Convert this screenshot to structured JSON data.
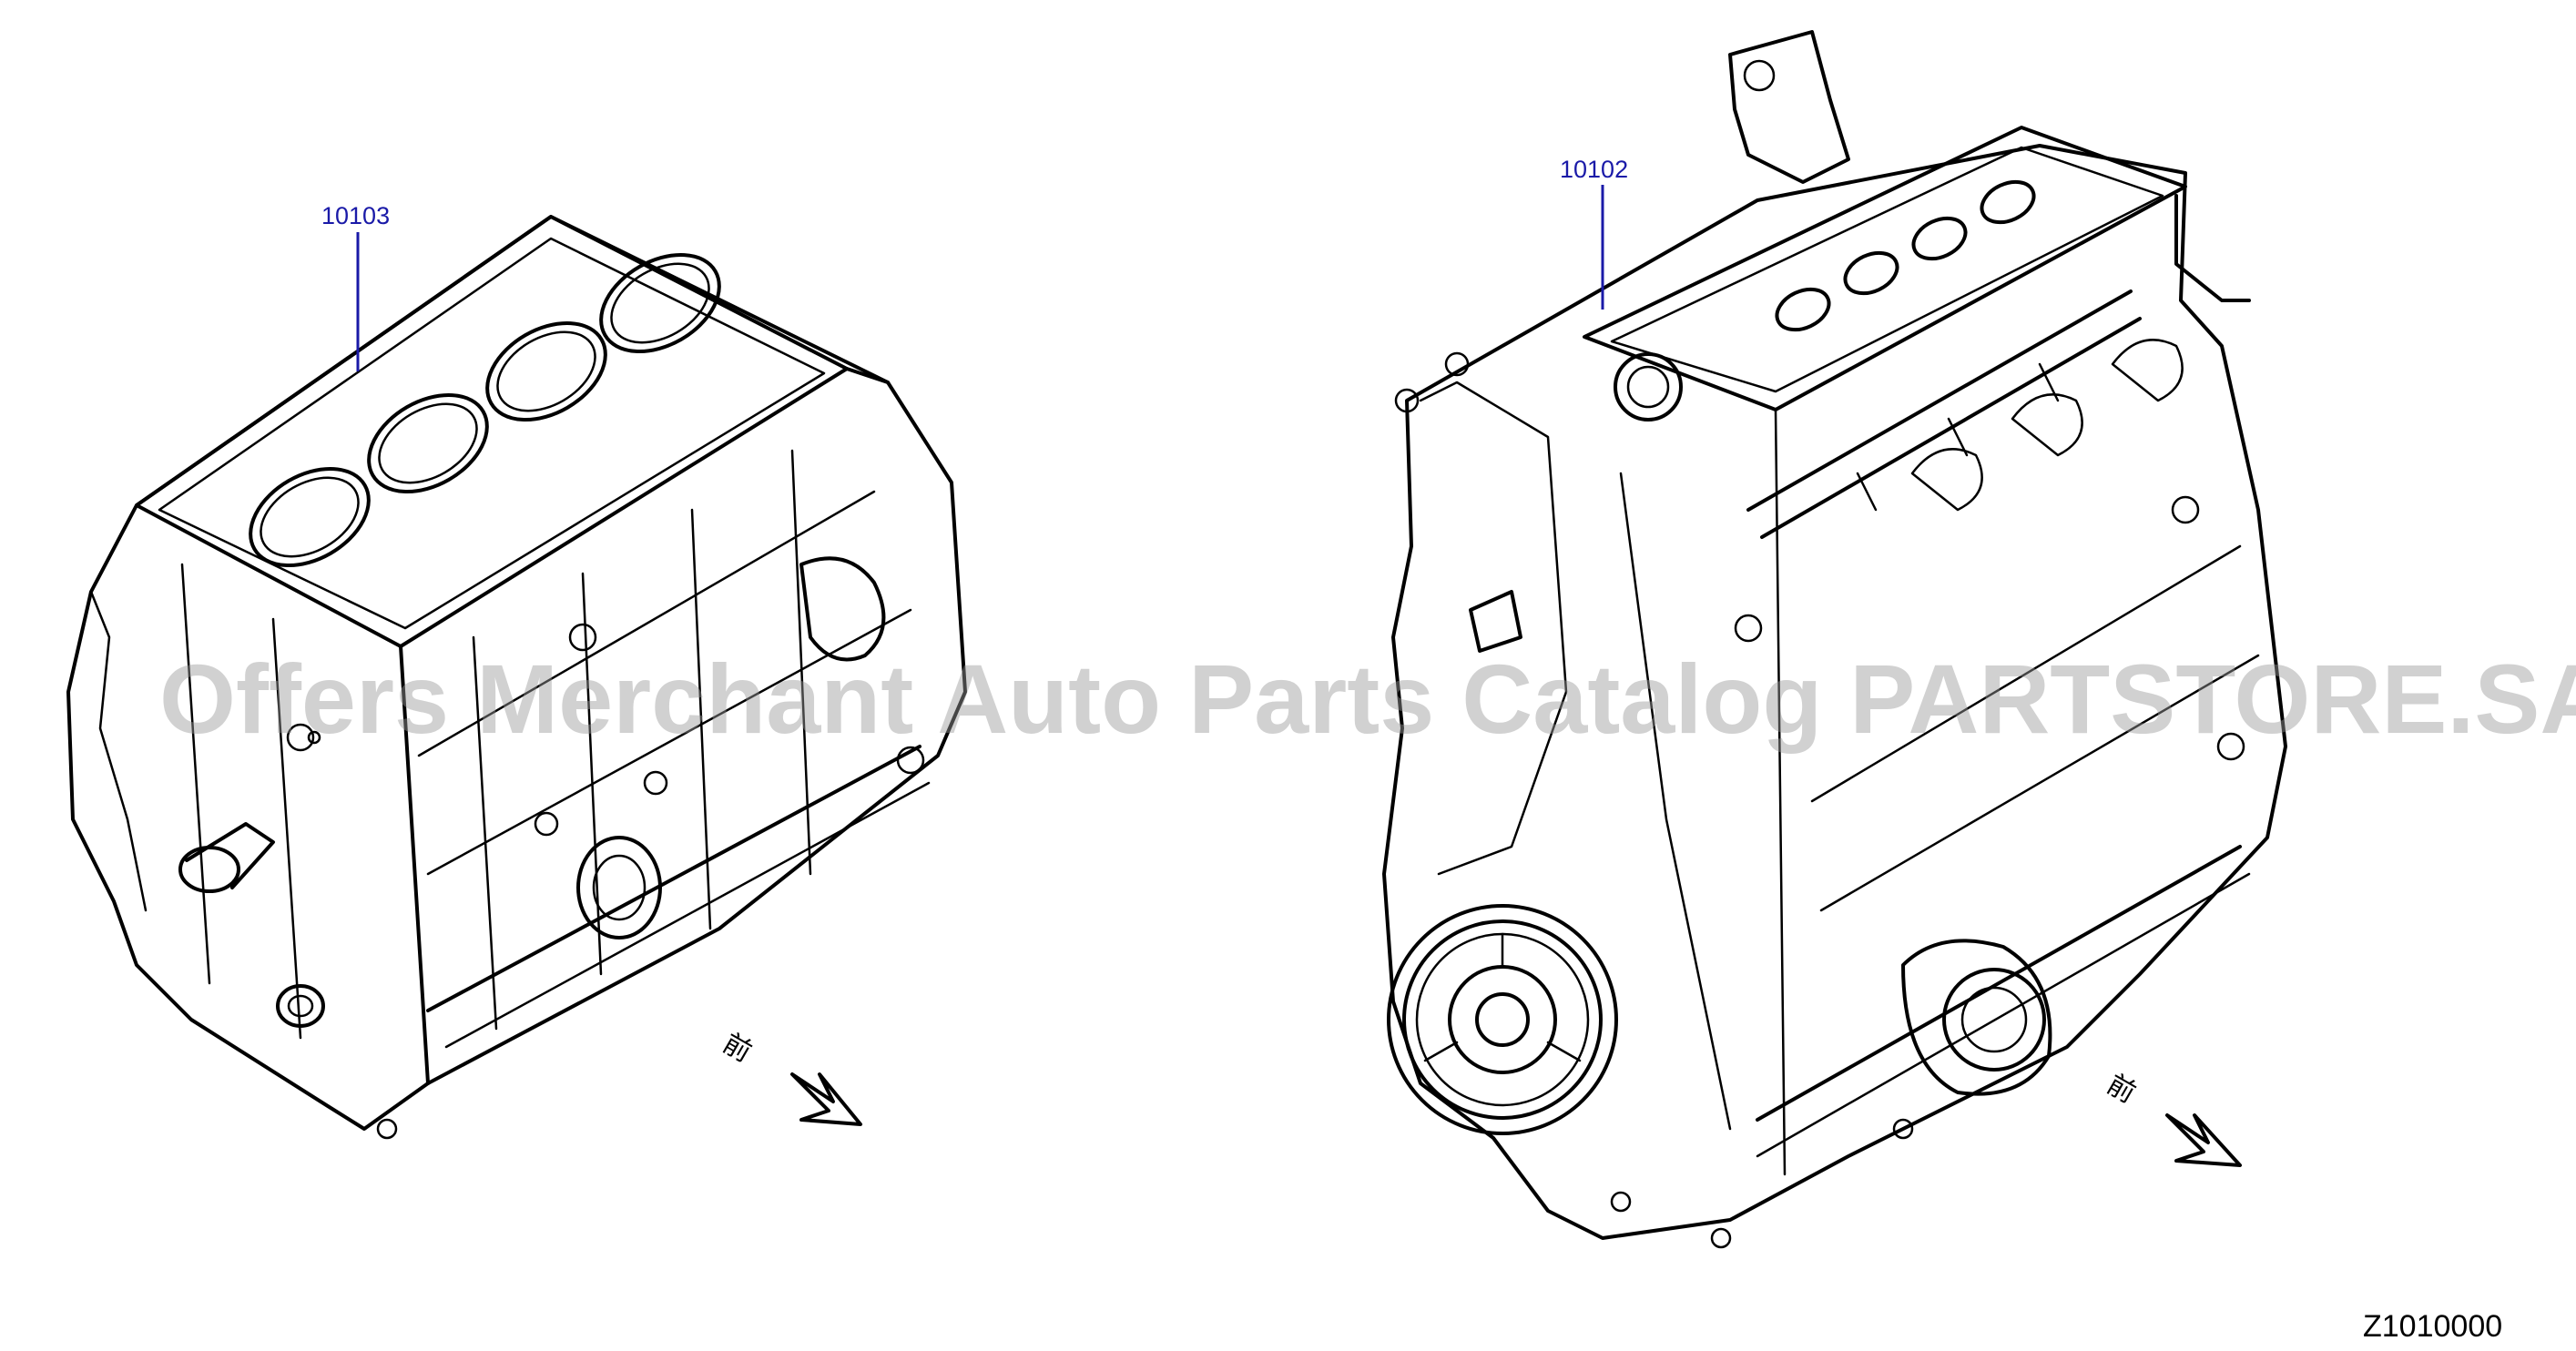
{
  "parts": [
    {
      "id": "cylinder-block",
      "label": "10103"
    },
    {
      "id": "engine-assembly",
      "label": "10102"
    }
  ],
  "front_marker": "前",
  "figure_code": "Z1010000",
  "watermark": "Offers Merchant Auto Parts Catalog PARTSTORE.SA",
  "colors": {
    "callout": "#1a1aa8",
    "linework": "#000000",
    "watermark": "#9a9a9a"
  }
}
